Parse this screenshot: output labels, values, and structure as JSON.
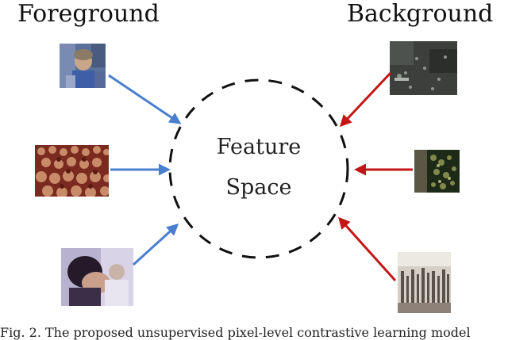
{
  "headings": {
    "foreground": "Foreground",
    "background": "Background"
  },
  "center": {
    "line1": "Feature",
    "line2": "Space"
  },
  "caption": "Fig. 2.   The proposed unsupervised pixel-level contrastive learning model",
  "colors": {
    "foreground_arrow": "#4a7fd0",
    "background_arrow": "#c41616",
    "circle": "#111111"
  }
}
